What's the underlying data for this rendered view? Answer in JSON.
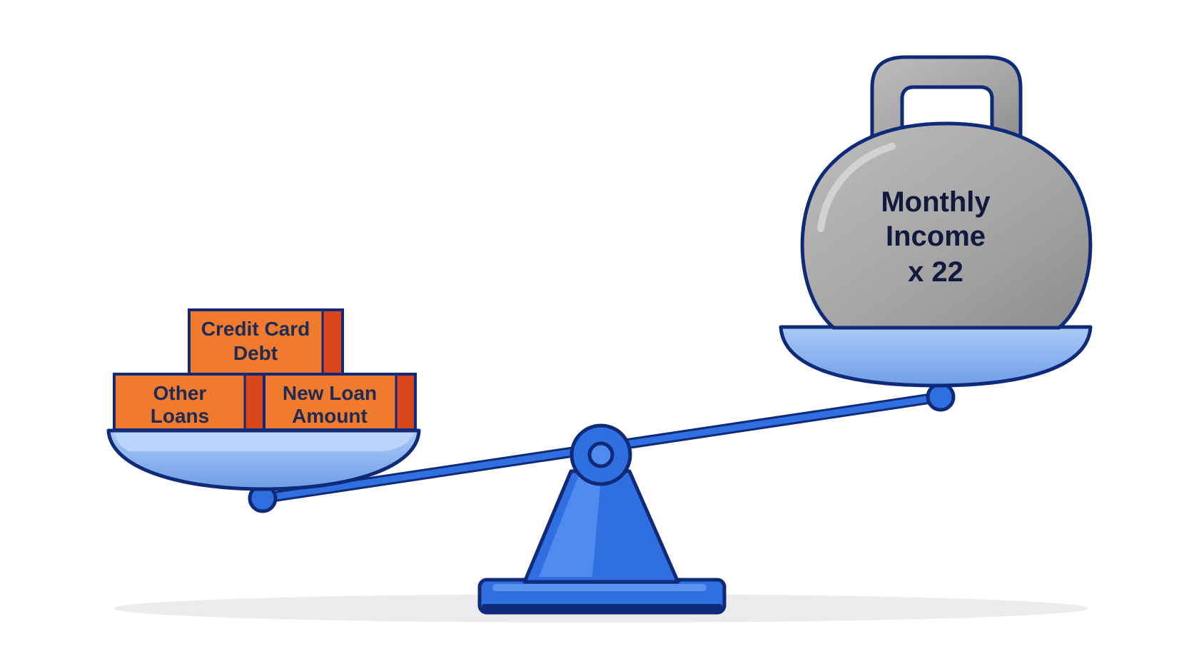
{
  "illustration": {
    "left_pan": {
      "boxes": [
        {
          "line1": "Credit Card",
          "line2": "Debt"
        },
        {
          "line1": "Other",
          "line2": "Loans"
        },
        {
          "line1": "New Loan",
          "line2": "Amount"
        }
      ]
    },
    "right_pan": {
      "weight": {
        "line1": "Monthly",
        "line2": "Income",
        "line3": "x 22"
      }
    },
    "colors": {
      "beam_blue": "#2f6fe0",
      "outline_navy": "#0f2a78",
      "pan_light_blue": "#8fb8f2",
      "box_orange": "#f07a2e",
      "box_dark_orange": "#d9461c",
      "weight_gray": "#a8a8a8",
      "shadow_gray": "#e9e9ec"
    }
  }
}
